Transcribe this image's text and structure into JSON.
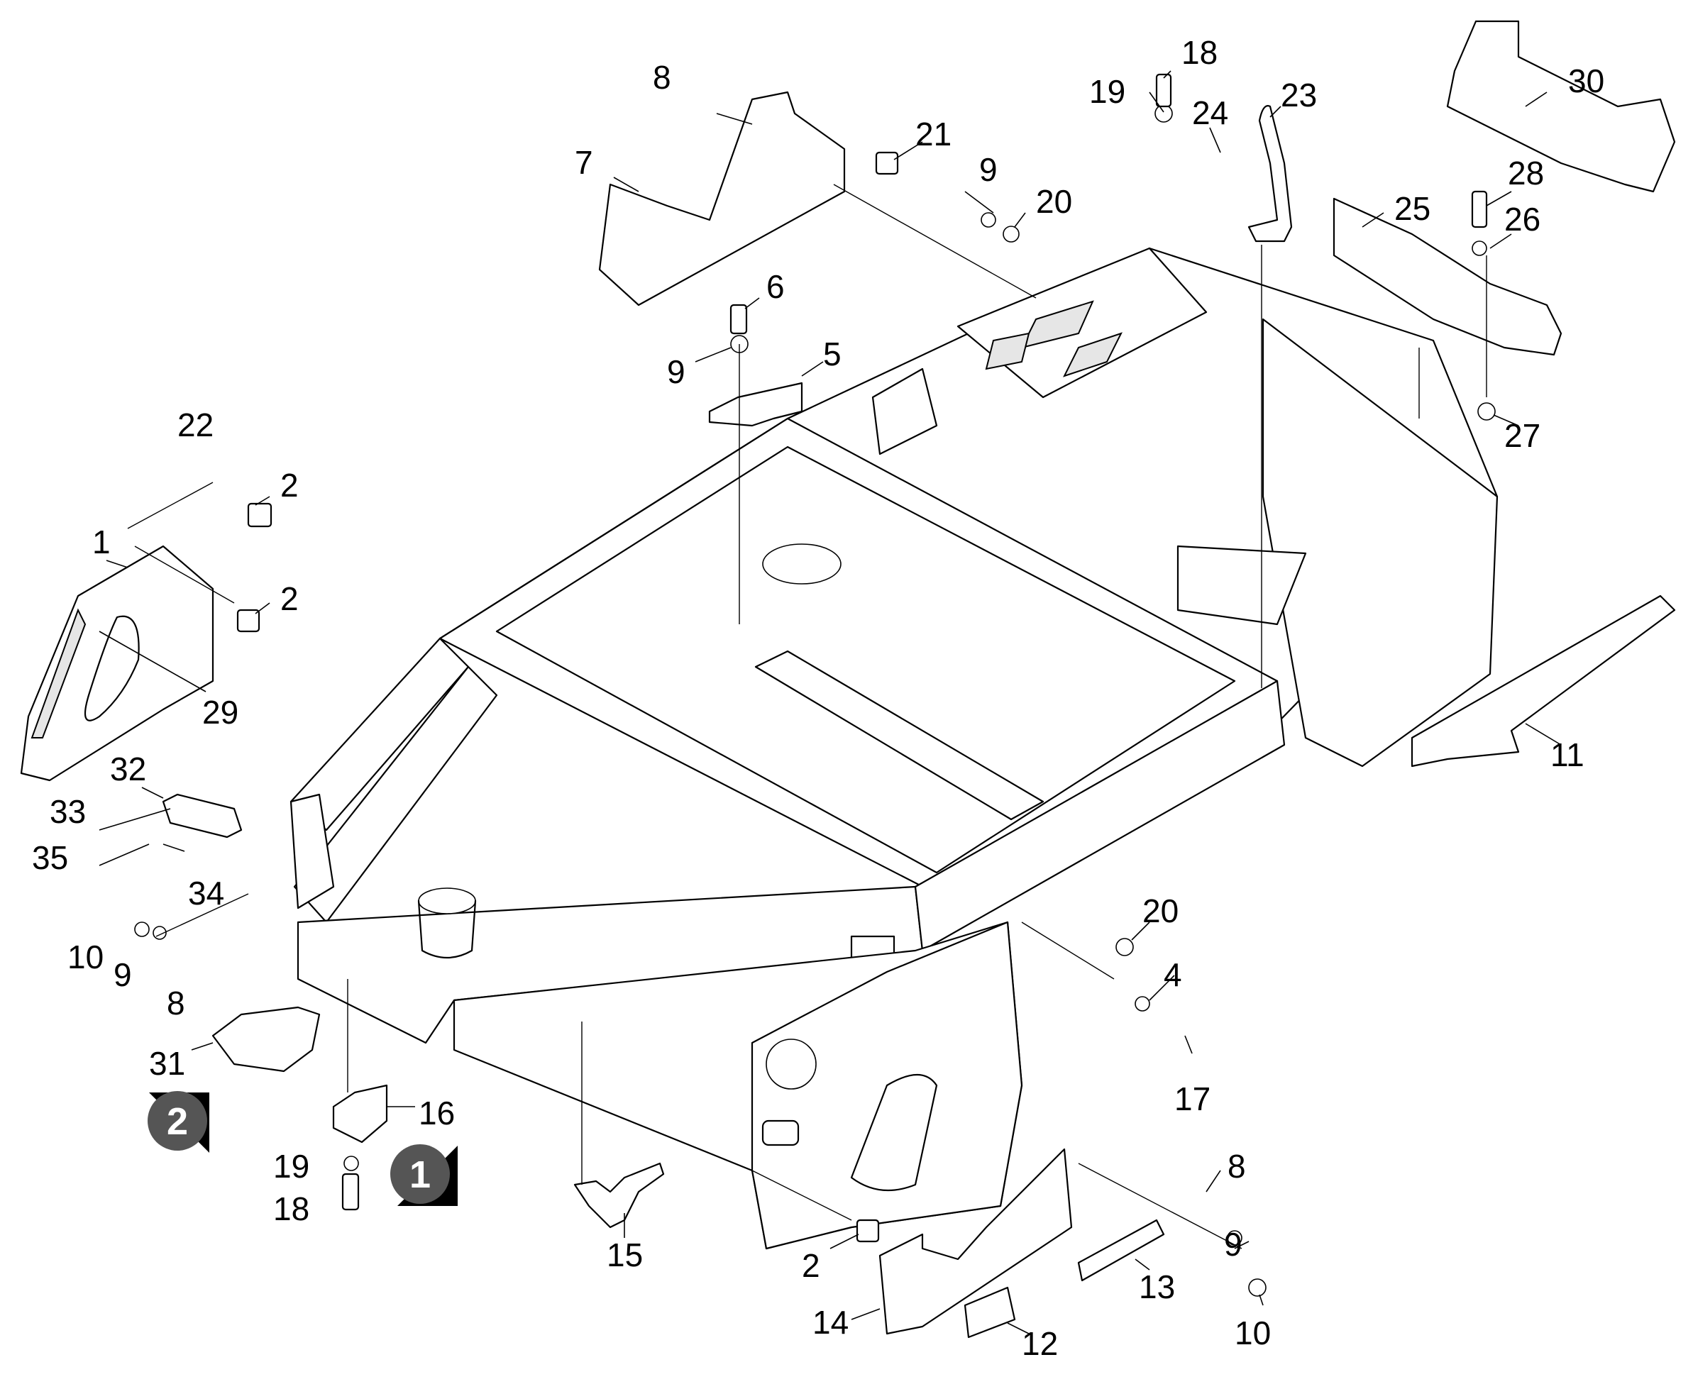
{
  "callouts": [
    "1",
    "2",
    "2",
    "2",
    "4",
    "5",
    "6",
    "7",
    "8",
    "8",
    "8",
    "9",
    "9",
    "9",
    "9",
    "10",
    "10",
    "11",
    "12",
    "13",
    "14",
    "15",
    "16",
    "17",
    "18",
    "18",
    "19",
    "19",
    "20",
    "20",
    "21",
    "22",
    "23",
    "24",
    "25",
    "26",
    "27",
    "28",
    "29",
    "30",
    "31",
    "32",
    "33",
    "34",
    "35"
  ],
  "badges": [
    "1",
    "2"
  ],
  "colors": {
    "line": "#000000",
    "background": "#ffffff",
    "badge": "#555555"
  }
}
